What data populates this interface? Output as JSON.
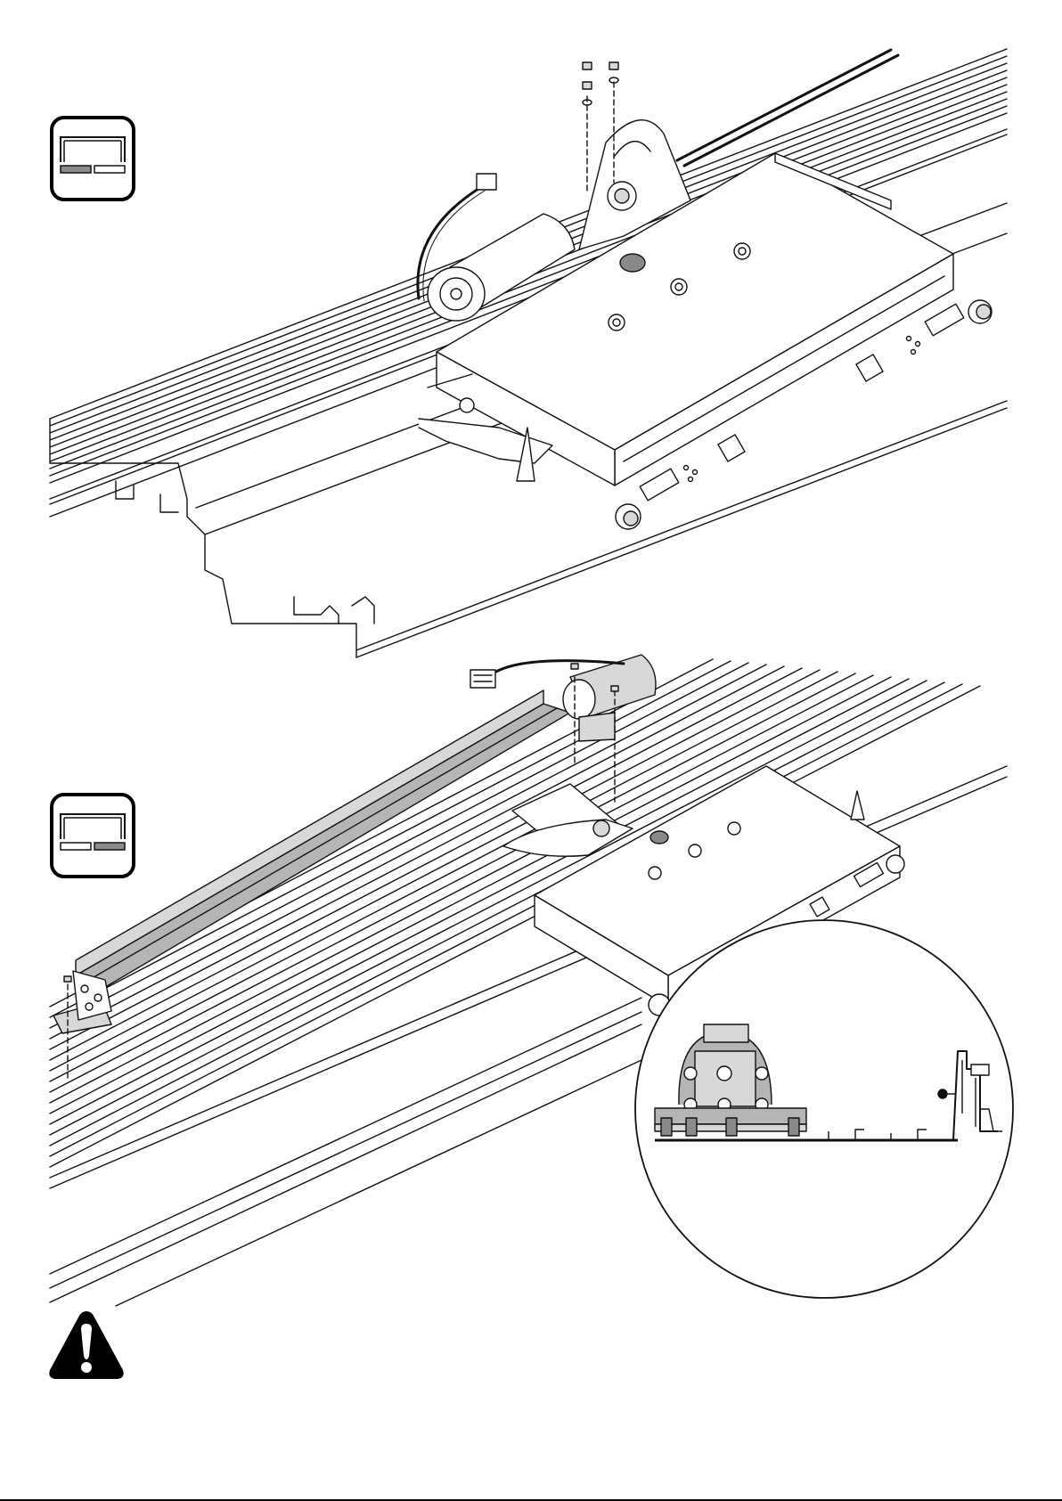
{
  "page": {
    "background": "#ffffff",
    "line_color": "#111111",
    "shade_dark": "#8a8a8a",
    "shade_medium": "#b5b5b5",
    "shade_light": "#d8d8d8"
  },
  "step_1": {
    "mode_badge_icon": "door-layout-left-leaf-highlighted-icon",
    "illustration": "motor-gear-unit-mounted-on-trolley-plate"
  },
  "step_2": {
    "mode_badge_icon": "door-layout-right-leaf-highlighted-icon",
    "illustration": "motor-rail-bolted-onto-track-profile",
    "detail_view": "cross-section-detail-circle"
  },
  "warning": {
    "icon": "warning-triangle-icon"
  }
}
